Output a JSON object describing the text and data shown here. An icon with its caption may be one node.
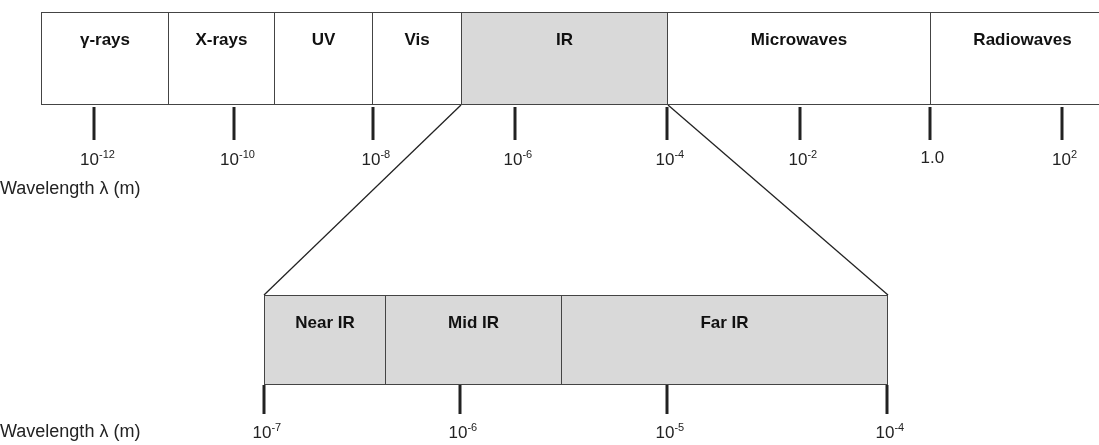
{
  "diagram": {
    "nodes": [
      {
        "text": [
          "γ-rays"
        ]
      },
      {
        "text": [
          "X-rays"
        ]
      },
      {
        "text": [
          "UV"
        ]
      },
      {
        "text": [
          "Vis"
        ]
      },
      {
        "text": [
          "IR"
        ]
      },
      {
        "text": [
          "Microwaves"
        ]
      },
      {
        "text": [
          "Radiowaves"
        ]
      },
      {
        "text": [
          "Near IR"
        ]
      },
      {
        "text": [
          "Mid IR"
        ]
      },
      {
        "text": [
          "Far IR"
        ]
      }
    ],
    "edges": [
      {
        "from": 4,
        "to": 7,
        "arrow": "none"
      },
      {
        "from": 4,
        "to": 9,
        "arrow": "none"
      }
    ],
    "labels": [
      "10$^{-12}$",
      "10$^{-10}$",
      "10$^{-8}$",
      "10$^{-6}$",
      "10$^{-4}$",
      "10$^{-2}$",
      "1.0",
      "10$^{2}$",
      "Wavelength λ (m)",
      "Wavelength λ (m)",
      "10$^{-7}$",
      "10$^{-6}$",
      "10$^{-5}$",
      "10$^{-4}$"
    ]
  }
}
